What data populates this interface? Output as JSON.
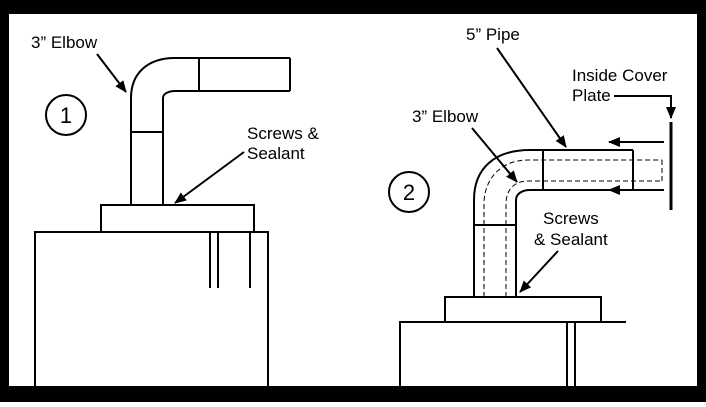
{
  "title_bar": {
    "visible_text": ""
  },
  "colors": {
    "frame": "#000000",
    "line": "#000000",
    "background": "#ffffff"
  },
  "panel_1": {
    "step_number": "1",
    "label_elbow": "3” Elbow",
    "label_screws_line1": "Screws &",
    "label_screws_line2": "Sealant"
  },
  "panel_2": {
    "step_number": "2",
    "label_pipe": "5” Pipe",
    "label_elbow": "3” Elbow",
    "label_cover_line1": "Inside Cover",
    "label_cover_line2": "Plate",
    "label_screws_line1": "Screws",
    "label_screws_line2": "& Sealant"
  }
}
